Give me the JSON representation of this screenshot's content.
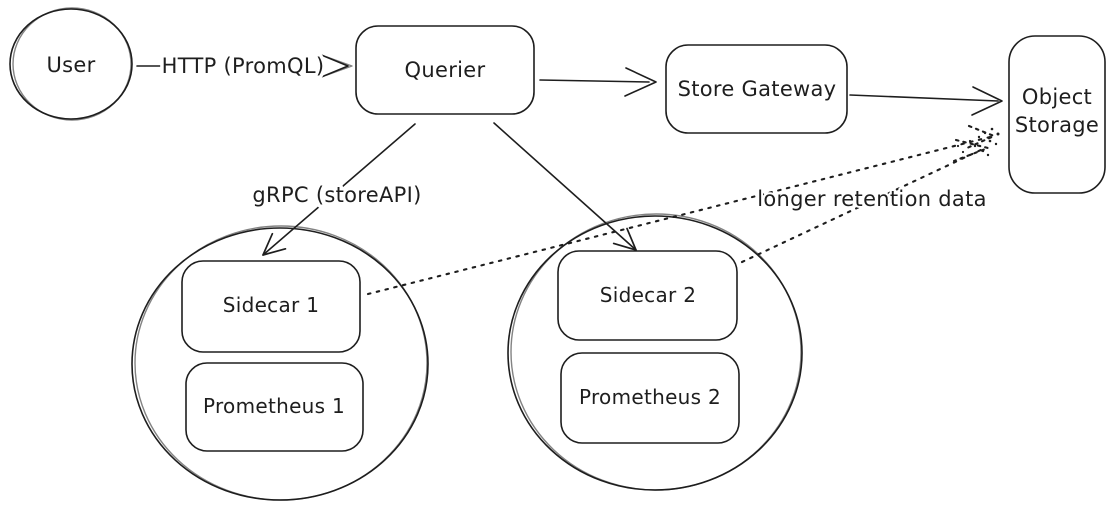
{
  "diagram": {
    "type": "hand-drawn-architecture-sketch",
    "colors": {
      "stroke": "#1e1e1e",
      "background": "#ffffff"
    },
    "nodes": {
      "user": {
        "label": "User",
        "shape": "circle"
      },
      "querier": {
        "label": "Querier",
        "shape": "rounded-rect"
      },
      "store_gateway": {
        "label": "Store Gateway",
        "shape": "rounded-rect"
      },
      "object_storage": {
        "line1": "Object",
        "line2": "Storage",
        "shape": "rounded-rect"
      },
      "cluster_1": {
        "shape": "circle"
      },
      "sidecar_1": {
        "label": "Sidecar 1",
        "shape": "rounded-rect"
      },
      "prometheus_1": {
        "label": "Prometheus 1",
        "shape": "rounded-rect"
      },
      "cluster_2": {
        "shape": "circle"
      },
      "sidecar_2": {
        "label": "Sidecar 2",
        "shape": "rounded-rect"
      },
      "prometheus_2": {
        "label": "Prometheus 2",
        "shape": "rounded-rect"
      }
    },
    "edges": {
      "user_to_querier": {
        "label": "HTTP (PromQL)",
        "style": "solid-arrow"
      },
      "querier_to_store_gateway": {
        "label": "",
        "style": "solid-arrow"
      },
      "store_gateway_to_object_storage": {
        "label": "",
        "style": "solid-arrow"
      },
      "querier_to_sidecar_1": {
        "label": "gRPC (storeAPI)",
        "style": "solid-arrow"
      },
      "querier_to_sidecar_2": {
        "label": "",
        "style": "solid-arrow"
      },
      "sidecar_1_to_object_storage": {
        "label": "longer retention data",
        "style": "dotted-arrow"
      },
      "sidecar_2_to_object_storage": {
        "label": "",
        "style": "dotted-arrow"
      }
    }
  }
}
